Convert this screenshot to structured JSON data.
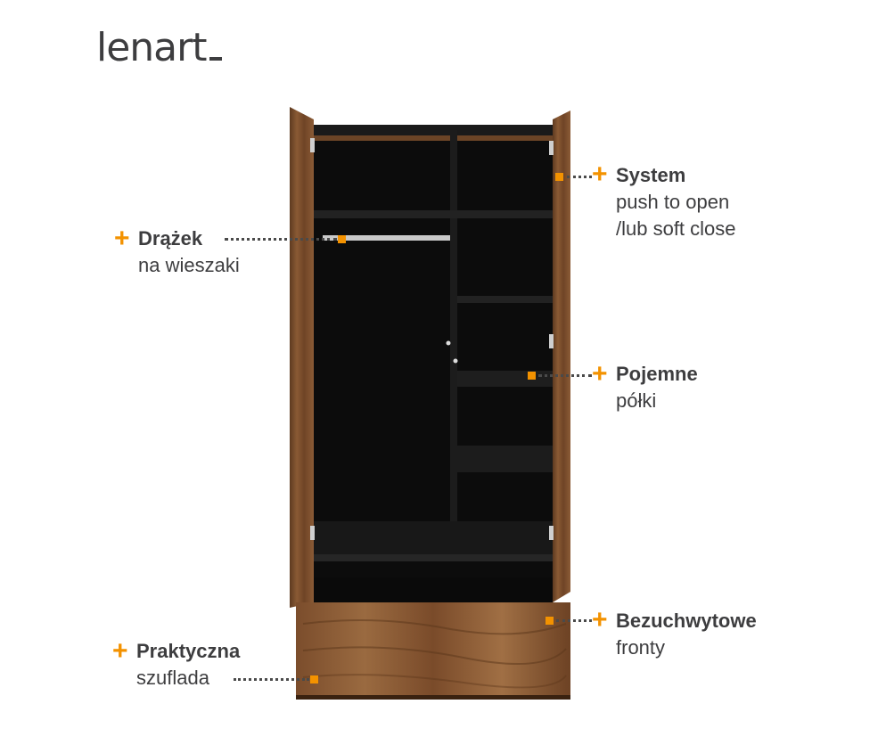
{
  "brand": {
    "logo_text": "lenart"
  },
  "colors": {
    "accent": "#f39200",
    "text": "#3d3d3f",
    "wood": "#7a4a2a",
    "interior": "#111111"
  },
  "callouts": {
    "system": {
      "title": "System",
      "line1": "push to open",
      "line2": "/lub soft close"
    },
    "drazek": {
      "title": "Drążek",
      "line1": "na wieszaki"
    },
    "pojemne": {
      "title": "Pojemne",
      "line1": "półki"
    },
    "bezuchwytowe": {
      "title": "Bezuchwytowe",
      "line1": "fronty"
    },
    "praktyczna": {
      "title": "Praktyczna",
      "line1": "szuflada"
    }
  },
  "icons": {
    "plus": "+"
  }
}
